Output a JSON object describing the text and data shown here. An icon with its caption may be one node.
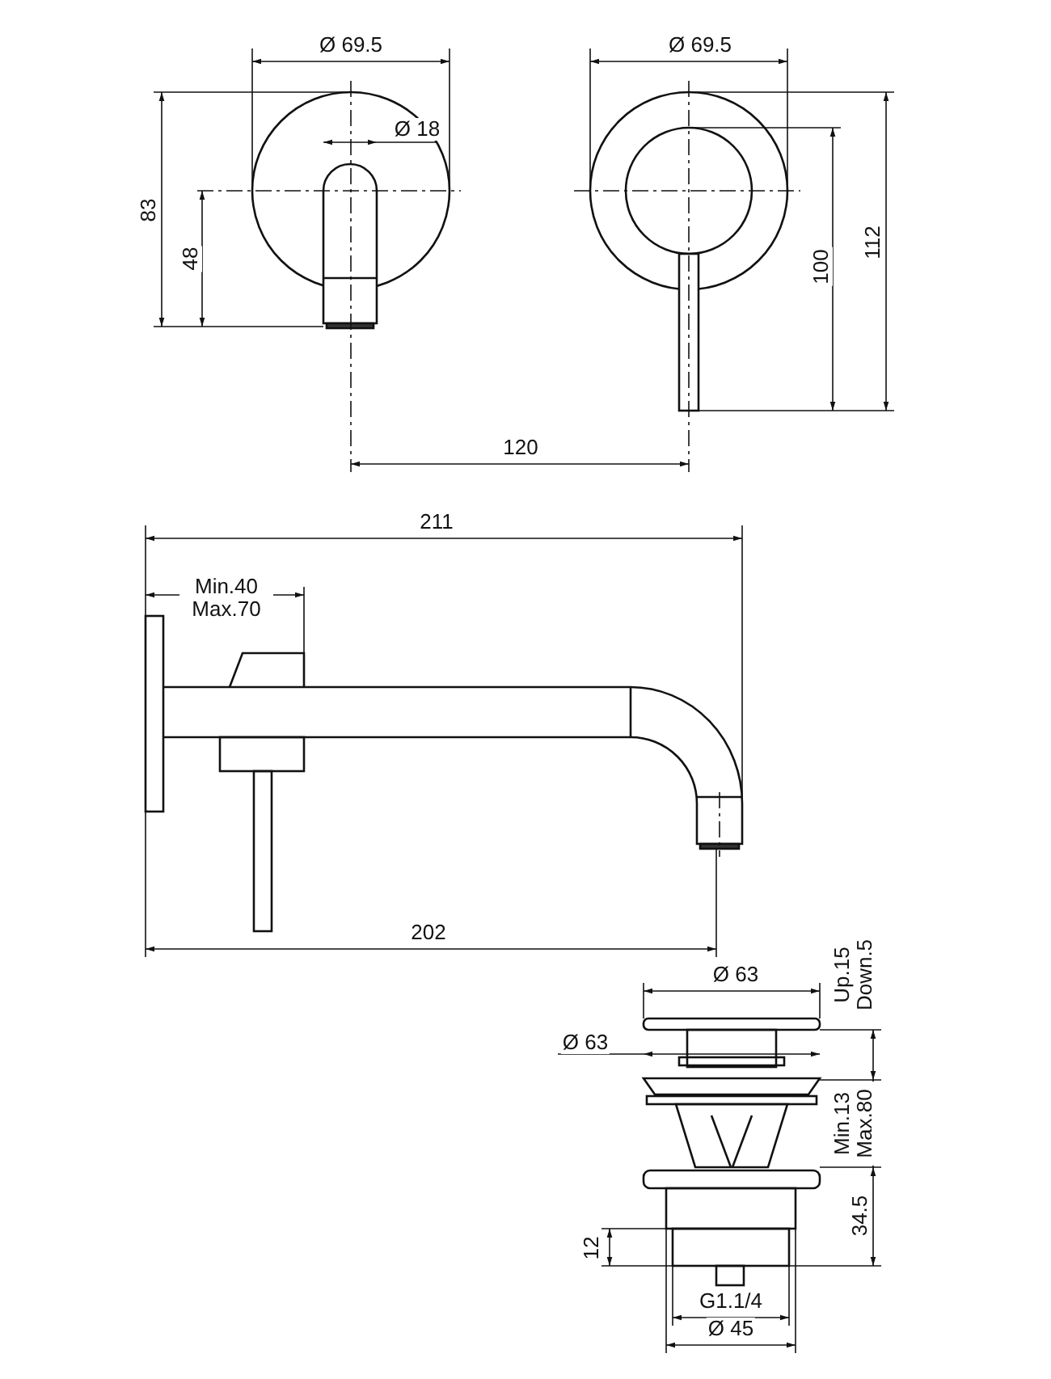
{
  "diagram": {
    "labels": [
      "Ø 69.5",
      "Ø 69.5",
      "Ø 18",
      "83",
      "48",
      "100",
      "112",
      "120",
      "211",
      "Min.40 Max.70",
      "202",
      "Ø 63",
      "Up.15 Down.5",
      "Ø 63",
      "Min.13 Max.80",
      "34.5",
      "12",
      "G1.1/4",
      "Ø 45"
    ]
  }
}
